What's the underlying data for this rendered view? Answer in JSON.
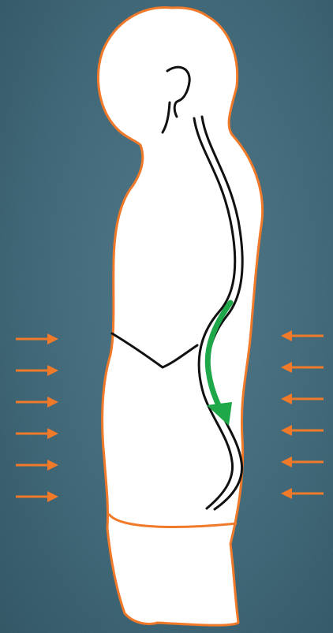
{
  "colors": {
    "background": "#3a6373",
    "background_dark": "#2b4e5c",
    "background_light": "#4d7585",
    "silhouette_fill": "#ffffff",
    "silhouette_outline": "#f07a2a",
    "spine_line": "#111111",
    "spine_arrow": "#1fa84a",
    "pressure_arrows": "#f07a2a"
  },
  "diagram": {
    "left_arrows": {
      "count": 6,
      "direction": "right"
    },
    "right_arrows": {
      "count": 6,
      "direction": "left"
    },
    "spine_arrow_direction": "down"
  },
  "icons": {
    "figure": "human-side-profile",
    "spine": "spine-curve",
    "arrow": "pressure-arrow"
  }
}
